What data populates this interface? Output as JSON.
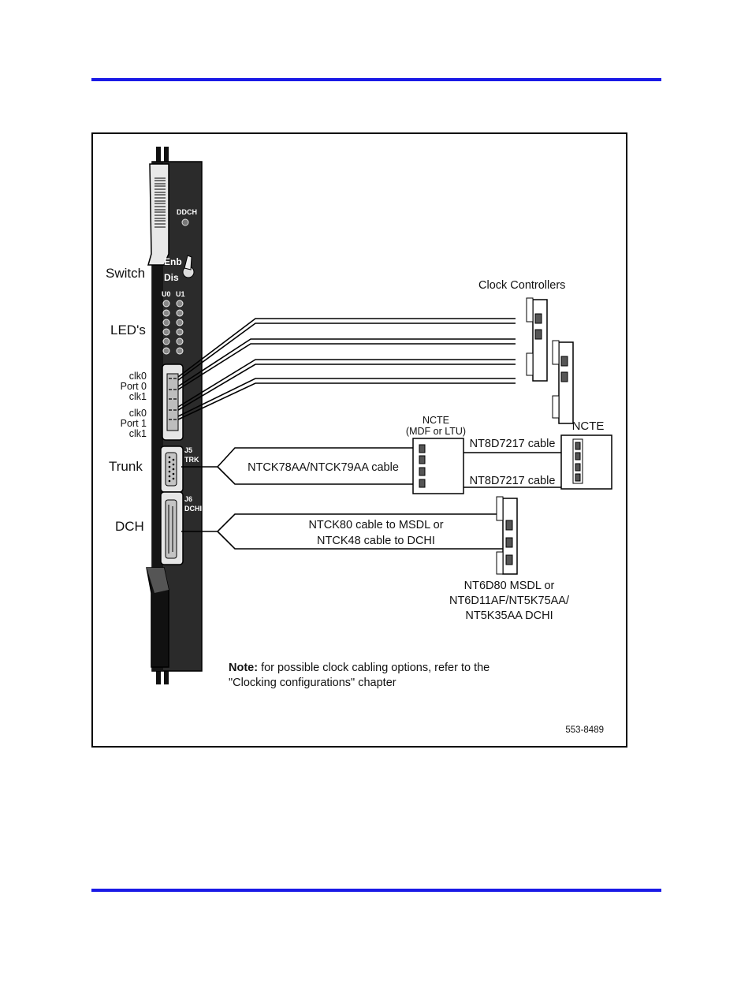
{
  "rules": {
    "color": "#1a1ae6"
  },
  "card": {
    "ddch_label": "DDCH",
    "enb_label": "Enb",
    "dis_label": "Dis",
    "u0_label": "U0",
    "u1_label": "U1",
    "j5_label": "J5",
    "trk_label": "TRK",
    "j6_label": "J6",
    "dchi_label": "DCHI"
  },
  "labels": {
    "switch": "Switch",
    "leds": "LED's",
    "clk0_a": "clk0",
    "port0": "Port 0",
    "clk1_a": "clk1",
    "clk0_b": "clk0",
    "port1": "Port 1",
    "clk1_b": "clk1",
    "trunk": "Trunk",
    "dch": "DCH"
  },
  "clock_controllers": "Clock Controllers",
  "ncte_left_line1": "NCTE",
  "ncte_left_line2": "(MDF or LTU)",
  "ncte_right": "NCTE",
  "trunk_cable": "NTCK78AA/NTCK79AA cable",
  "nt8_cable_top": "NT8D7217 cable",
  "nt8_cable_bottom": "NT8D7217 cable",
  "dch_cable_line1": "NTCK80 cable to MSDL or",
  "dch_cable_line2": "NTCK48 cable to DCHI",
  "msdl_line1": "NT6D80 MSDL or",
  "msdl_line2": "NT6D11AF/NT5K75AA/",
  "msdl_line3": "NT5K35AA DCHI",
  "note_bold": "Note:",
  "note_rest": " for possible clock cabling options, refer to the",
  "note_line2": "\"Clocking configurations\" chapter",
  "figure_id": "553-8489"
}
